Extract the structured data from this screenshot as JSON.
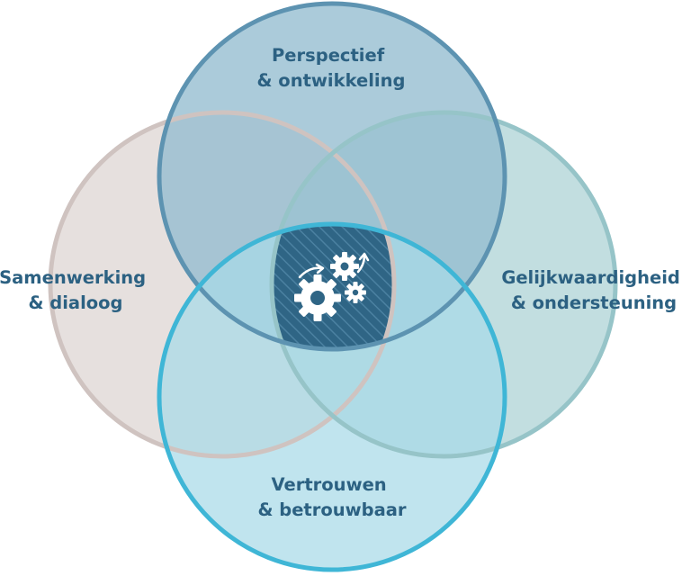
{
  "diagram": {
    "circles": [
      {
        "id": "top",
        "lines": [
          "Perspectief",
          "& ontwikkeling"
        ],
        "fill": "#94bdd0",
        "stroke": "#5d93b1"
      },
      {
        "id": "left",
        "lines": [
          "Samenwerking",
          "& dialoog"
        ],
        "fill": "#e3dcda",
        "stroke": "#cfc3c0"
      },
      {
        "id": "right",
        "lines": [
          "Gelijkwaardigheid",
          "& ondersteuning"
        ],
        "fill": "#b4d7d9",
        "stroke": "#96c4c8"
      },
      {
        "id": "bottom",
        "lines": [
          "Vertrouwen",
          "& betrouwbaar"
        ],
        "fill": "#a8d9e8",
        "stroke": "#3fb6d6"
      }
    ],
    "center": {
      "icon": "gears-icon",
      "fill": "#2f6585",
      "stripe": "#4b81a1"
    },
    "label_color": "#2c6182"
  }
}
